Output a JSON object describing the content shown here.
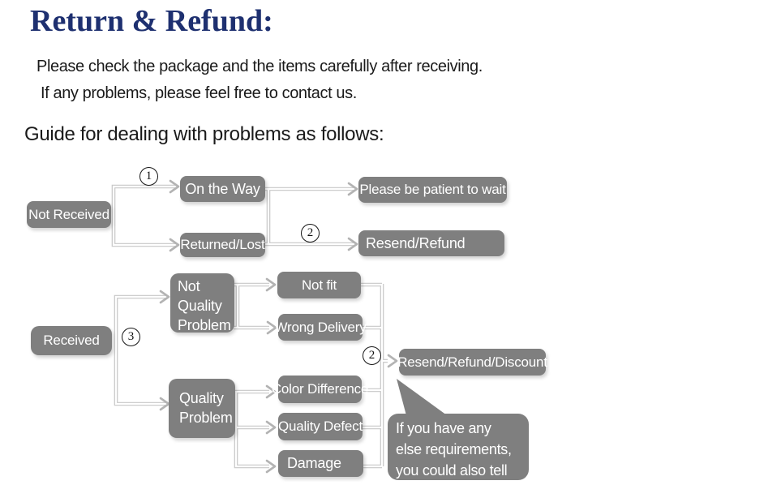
{
  "header": {
    "title": "Return & Refund:"
  },
  "intro": {
    "line1": "Please check the package and the items carefully after receiving.",
    "line2": "If any problems, please feel free to contact us."
  },
  "guide": {
    "heading": "Guide for dealing with problems as follows:"
  },
  "flowchart": {
    "nodes": {
      "not_received": "Not Received",
      "on_the_way": "On the Way",
      "returned_lost": "Returned/Lost",
      "please_wait": "Please be patient to wait",
      "resend_refund": "Resend/Refund",
      "received": "Received",
      "not_quality_problem": "Not Quality Problem",
      "quality_problem": "Quality Problem",
      "not_fit": "Not fit",
      "wrong_delivery": "Wrong Delivery",
      "color_difference": "Color Difference",
      "quality_defect": "Quality Defect",
      "damage": "Damage",
      "resend_refund_discount": "Resend/Refund/Discount"
    },
    "steps": [
      {
        "digit": "1"
      },
      {
        "digit": "2"
      },
      {
        "digit": "3"
      },
      {
        "digit": "2"
      }
    ],
    "bubble_text": "If you have any else requirements, you could also tell us!",
    "colors": {
      "title_navy": "#1e3070",
      "node_fill": "#7f7f7f",
      "node_text": "#ffffff",
      "connector_gray": "#c7c7c7",
      "arrowhead_gray": "#b3b3b3"
    }
  }
}
